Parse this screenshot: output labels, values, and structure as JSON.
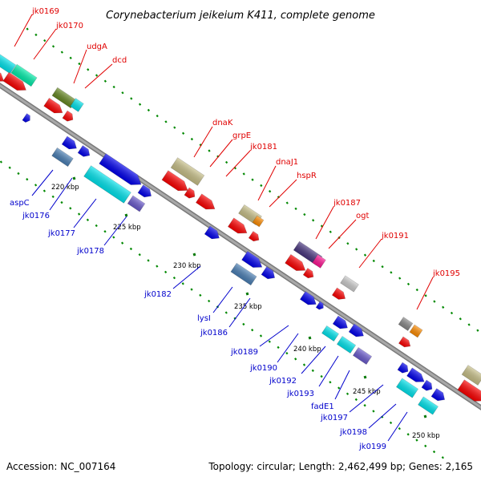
{
  "title": "Corynebacterium jeikeium K411, complete genome",
  "footer": {
    "accession": "Accession: NC_007164",
    "stats": "Topology: circular; Length: 2,462,499 bp; Genes: 2,165"
  },
  "scale_ticks": [
    "220 kbp",
    "225 kbp",
    "230 kbp",
    "235 kbp",
    "240 kbp",
    "245 kbp",
    "250 kbp"
  ],
  "forward_labels": [
    "jk0169",
    "jk0170",
    "udgA",
    "dcd",
    "dnaK",
    "grpE",
    "jk0181",
    "dnaJ1",
    "hspR",
    "jk0187",
    "ogt",
    "jk0191",
    "jk0195"
  ],
  "reverse_labels": [
    "aspC",
    "jk0176",
    "jk0177",
    "jk0178",
    "jk0182",
    "lysI",
    "jk0186",
    "jk0189",
    "jk0190",
    "jk0192",
    "jk0193",
    "fadE1",
    "jk0197",
    "jk0198",
    "jk0199"
  ],
  "colors": {
    "forward_label": "#e00000",
    "reverse_label": "#0000cc",
    "backbone": "#999999",
    "gene_red": "#ff0000",
    "gene_blue": "#0000ee",
    "gene_cyan": "#00e5ee",
    "gene_teal": "#00eeaa",
    "gene_olive": "#668822",
    "gene_khaki": "#c8c088",
    "gene_orange": "#ff8c00",
    "gene_steel": "#4a7fb5",
    "gene_slate": "#6a5acd",
    "gene_navy": "#48357f",
    "gene_magenta": "#ff1493",
    "gene_grey": "#888888",
    "gene_lightgrey": "#cccccc",
    "gc_dots": "#008800"
  }
}
